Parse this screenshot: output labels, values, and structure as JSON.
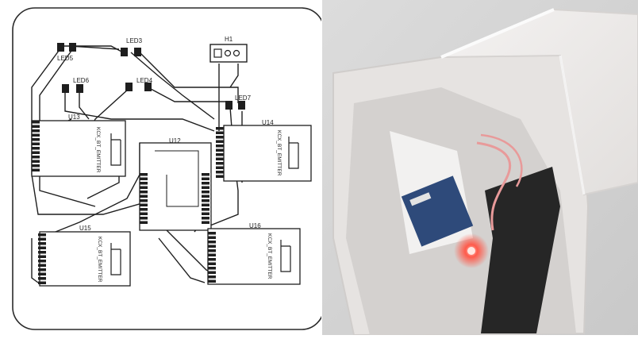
{
  "pcb": {
    "labels": {
      "h1": "H1",
      "led3": "LED3",
      "led5": "LED5",
      "led6": "LED6",
      "led4": "LED4",
      "led7": "LED7",
      "u13": "U13",
      "u14": "U14",
      "u12": "U12",
      "u15": "U15",
      "u16": "U16"
    },
    "module_text": "KCX_BT_EMITTER",
    "colors": {
      "trace": "#1e1e1e",
      "board_outline": "#2a2a2a",
      "background": "#ffffff"
    }
  },
  "photo": {
    "colors": {
      "enclosure": "#ece9e7",
      "wall": "#d8d8d8",
      "led_glow": "#ff5a4a",
      "wire": "#e89a9a",
      "board": "#2e4a7a"
    }
  }
}
